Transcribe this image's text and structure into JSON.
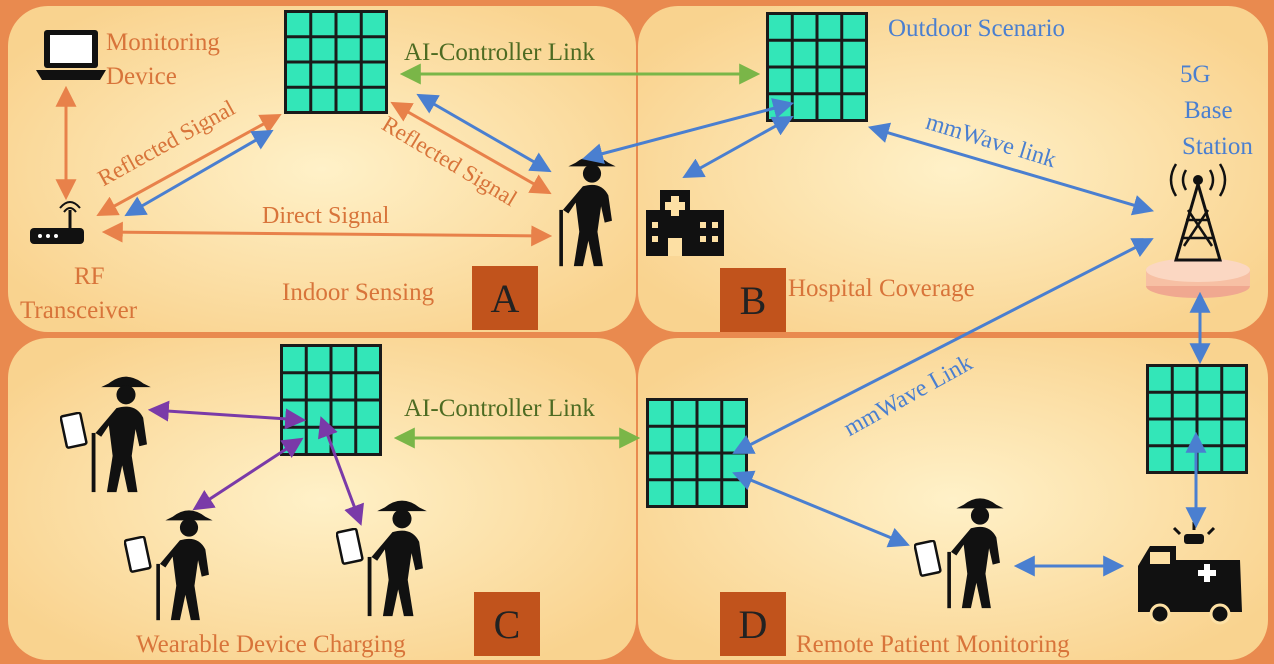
{
  "panels": {
    "a": {
      "badge": "A",
      "title": "Indoor Sensing",
      "monitoring_device": [
        "Monitoring",
        "Device"
      ],
      "rf_transceiver": [
        "RF",
        "Transceiver"
      ],
      "reflected_signal_left": "Reflected Signal",
      "reflected_signal_right": "Reflected Signal",
      "direct_signal": "Direct Signal",
      "ai_link": "AI-Controller Link"
    },
    "b": {
      "badge": "B",
      "title": "Hospital Coverage",
      "outdoor": "Outdoor Scenario",
      "base_station": [
        "5G",
        "Base",
        "Station"
      ],
      "mmwave": "mmWave link"
    },
    "c": {
      "badge": "C",
      "title": "Wearable Device Charging",
      "ai_link": "AI-Controller Link"
    },
    "d": {
      "badge": "D",
      "title": "Remote Patient Monitoring",
      "mmwave": "mmWave Link"
    }
  },
  "colors": {
    "background": "#e98a4f",
    "panel": "#fde0a4",
    "ris_cell": "#33e6b8",
    "orange_arrow": "#e8814a",
    "blue_arrow": "#4a7fd0",
    "green_arrow": "#7ab648",
    "purple_arrow": "#7a3aa8",
    "badge": "#c1531c"
  },
  "icons": [
    "laptop-icon",
    "router-icon",
    "ris-panel-icon",
    "elderly-person-icon",
    "hospital-icon",
    "cell-tower-icon",
    "ambulance-icon",
    "tablet-icon"
  ]
}
